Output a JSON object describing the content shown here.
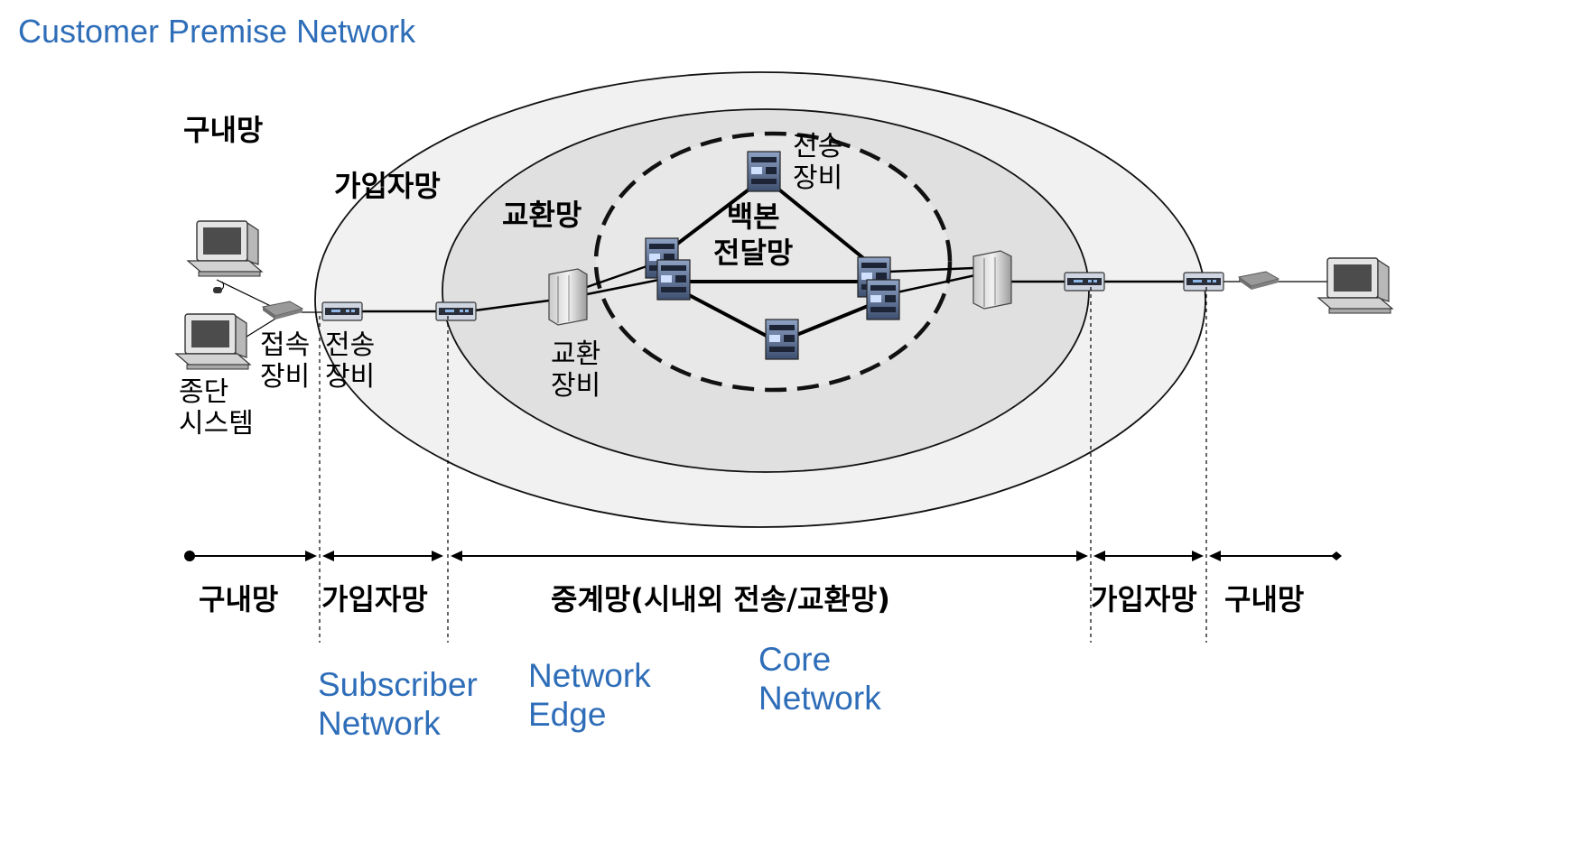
{
  "header": {
    "title": "Customer Premise Network"
  },
  "colors": {
    "accent_blue": "#2e6db8",
    "outer_fill": "#f1f1f1",
    "inner_fill": "#e0e0e0"
  },
  "regions": {
    "premise": "구내망",
    "subscriber": "가입자망",
    "exchange": "교환망",
    "backbone": [
      "백본",
      "전달망"
    ]
  },
  "devices": {
    "access_equipment": [
      "접속",
      "장비"
    ],
    "transmission_left": [
      "전송",
      "장비"
    ],
    "exchange_equipment": [
      "교환",
      "장비"
    ],
    "transmission_top": [
      "전송",
      "장비"
    ],
    "terminal_system": [
      "종단",
      "시스템"
    ]
  },
  "axis": {
    "segments": [
      "구내망",
      "가입자망",
      "중계망(시내외 전송/교환망)",
      "가입자망",
      "구내망"
    ]
  },
  "english_labels": {
    "subscriber_network": [
      "Subscriber",
      "Network"
    ],
    "network_edge": [
      "Network",
      "Edge"
    ],
    "core_network": [
      "Core",
      "Network"
    ]
  }
}
